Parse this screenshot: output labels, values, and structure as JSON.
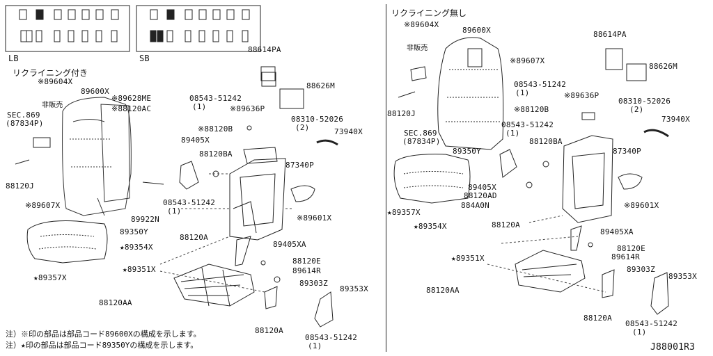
{
  "legend": {
    "lb_label": "LB",
    "sb_label": "SB"
  },
  "titles": {
    "left": "リクライニング付き",
    "right": "リクライニング無し"
  },
  "left_labels": [
    "※89604X",
    "89600X",
    "※89628ME",
    "※88120AC",
    "08543-51242",
    "(1)",
    "※89636P",
    "非販売",
    "SEC.869",
    "(87834P)",
    "88614PA",
    "88626M",
    "※88120B",
    "08310-52026",
    "(2)",
    "73940X",
    "89405X",
    "88120BA",
    "87340P",
    "88120J",
    "※89607X",
    "89922N",
    "08543-51242",
    "(1)",
    "※89601X",
    "89350Y",
    "88120A",
    "★89354X",
    "89405XA",
    "★89357X",
    "★89351X",
    "88120E",
    "89614R",
    "89303Z",
    "89353X",
    "88120AA",
    "88120A",
    "08543-51242",
    "(1)"
  ],
  "right_labels": [
    "※89604X",
    "89600X",
    "88614PA",
    "非販売",
    "※89607X",
    "88626M",
    "08543-51242",
    "(1)",
    "※89636P",
    "08310-52026",
    "(2)",
    "※88120B",
    "88120J",
    "08543-51242",
    "(1)",
    "73940X",
    "SEC.869",
    "(87834P)",
    "88120BA",
    "89350Y",
    "87340P",
    "89405X",
    "88120AD",
    "884A0N",
    "★89357X",
    "※89601X",
    "★89354X",
    "88120A",
    "89405XA",
    "88120E",
    "★89351X",
    "89614R",
    "89303Z",
    "89353X",
    "88120AA",
    "88120A",
    "08543-51242",
    "(1)"
  ],
  "notes": [
    "注）※印の部品は部品コード89600Xの構成を示します。",
    "注）★印の部品は部品コード89350Yの構成を示します。"
  ],
  "diagram_code": "J88001R3"
}
